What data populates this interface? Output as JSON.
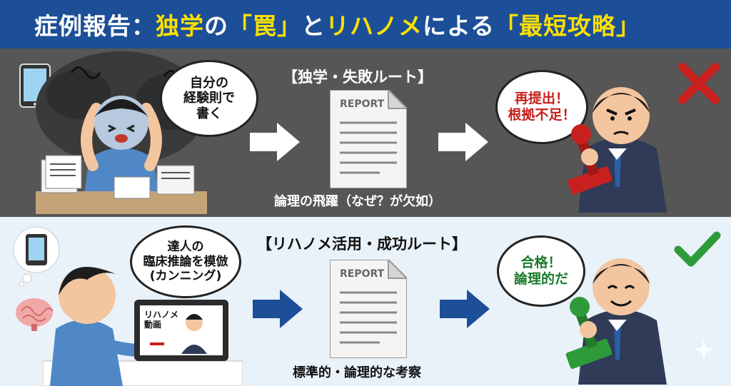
{
  "header": {
    "part1": "症例報告：",
    "part2": "独学",
    "part3": "の",
    "part4": "「罠」",
    "part5": "と",
    "part6": "リハノメ",
    "part7": "による",
    "part8": "「最短攻略」"
  },
  "failure_route": {
    "title": "【独学・失敗ルート】",
    "student_bubble": "自分の\n経験則で\n書く",
    "report_label": "REPORT",
    "caption": "論理の飛躍（なぜ？が欠如）",
    "reviewer_bubble": "再提出！\n根拠不足！",
    "verdict_icon": "red-cross-icon"
  },
  "success_route": {
    "title": "【リハノメ活用・成功ルート】",
    "student_bubble": "達人の\n臨床推論を模倣\n(カンニング)",
    "screen_label": "リハノメ\n動画",
    "report_label": "REPORT",
    "caption": "標準的・論理的な考察",
    "reviewer_bubble": "合格！\n論理的だ",
    "verdict_icon": "green-check-icon"
  },
  "colors": {
    "header_bg": "#1c4f97",
    "accent_yellow": "#fce000",
    "top_panel_bg": "#565656",
    "bottom_panel_bg": "#e9f2f9",
    "fail_red": "#c8201e",
    "success_green": "#2e9b3a",
    "arrow_blue": "#1c4f97"
  }
}
